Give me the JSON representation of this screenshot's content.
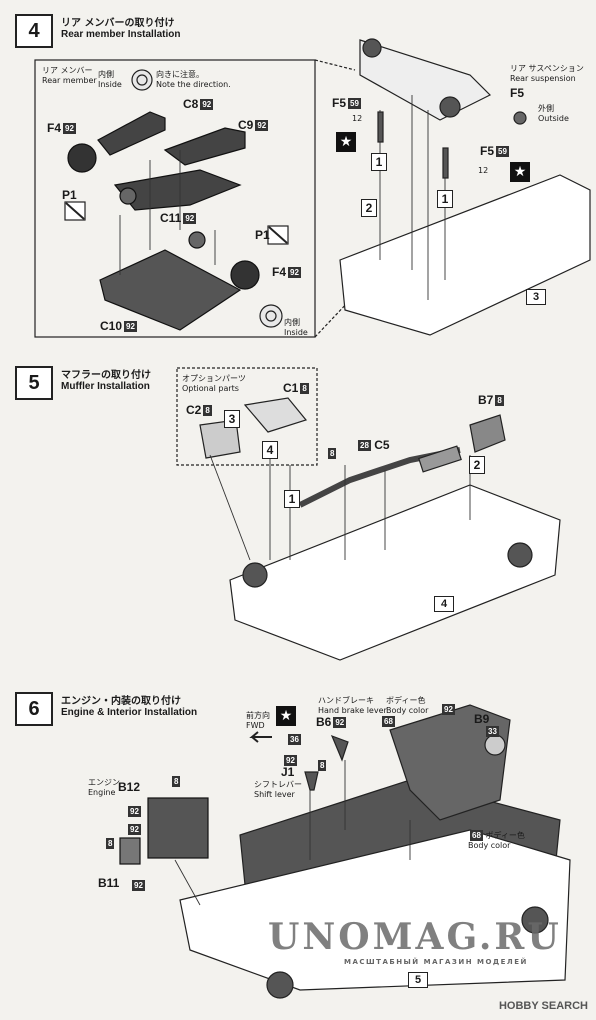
{
  "steps": {
    "s4": {
      "num": "4",
      "jp": "リア メンバーの取り付け",
      "en": "Rear member Installation"
    },
    "s5": {
      "num": "5",
      "jp": "マフラーの取り付け",
      "en": "Muffler Installation"
    },
    "s6": {
      "num": "6",
      "jp": "エンジン・内装の取り付け",
      "en": "Engine & Interior Installation"
    }
  },
  "step4": {
    "rear_member_jp": "リア メンバー",
    "rear_member_en": "Rear member",
    "inside_jp": "内側",
    "inside_en": "Inside",
    "note_jp": "向きに注意。",
    "note_en": "Note the direction.",
    "rear_susp_jp": "リア サスペンション",
    "rear_susp_en": "Rear suspension",
    "outside_jp": "外側",
    "outside_en": "Outside",
    "parts": {
      "f4a": "F4",
      "f4b": "F4",
      "p1a": "P1",
      "p1b": "P1",
      "c8": "C8",
      "c9": "C9",
      "c11": "C11",
      "c10": "C10",
      "f5a": "F5",
      "f5b": "F5",
      "f5c": "F5"
    },
    "tags": {
      "t92": "92",
      "t59": "59",
      "t12": "12"
    },
    "box3": "3",
    "n1": "1",
    "n2": "2"
  },
  "step5": {
    "optional_jp": "オプションパーツ",
    "optional_en": "Optional parts",
    "parts": {
      "c1": "C1",
      "c2": "C2",
      "b7": "B7",
      "c5": "C5"
    },
    "tags": {
      "t8": "8",
      "t28": "28"
    },
    "n1": "1",
    "n2": "2",
    "n3": "3",
    "n4": "4",
    "box4": "4"
  },
  "step6": {
    "fwd_jp": "前方向",
    "fwd_en": "FWD",
    "handbrake_jp": "ハンドブレーキ",
    "handbrake_en": "Hand brake lever",
    "bodycolor_jp": "ボディー色",
    "bodycolor_en": "Body color",
    "engine_jp": "エンジン",
    "engine_en": "Engine",
    "shift_jp": "シフトレバー",
    "shift_en": "Shift lever",
    "parts": {
      "b6": "B6",
      "b9": "B9",
      "b12": "B12",
      "b11": "B11",
      "j1": "J1"
    },
    "tags": {
      "t92": "92",
      "t8": "8",
      "t33": "33",
      "t68": "68",
      "t36": "36"
    },
    "box5": "5"
  },
  "watermark": {
    "main": "UNOMAG.RU",
    "sub": "МАСШТАБНЫЙ МАГАЗИН МОДЕЛЕЙ"
  },
  "brand": "HOBBY SEARCH"
}
